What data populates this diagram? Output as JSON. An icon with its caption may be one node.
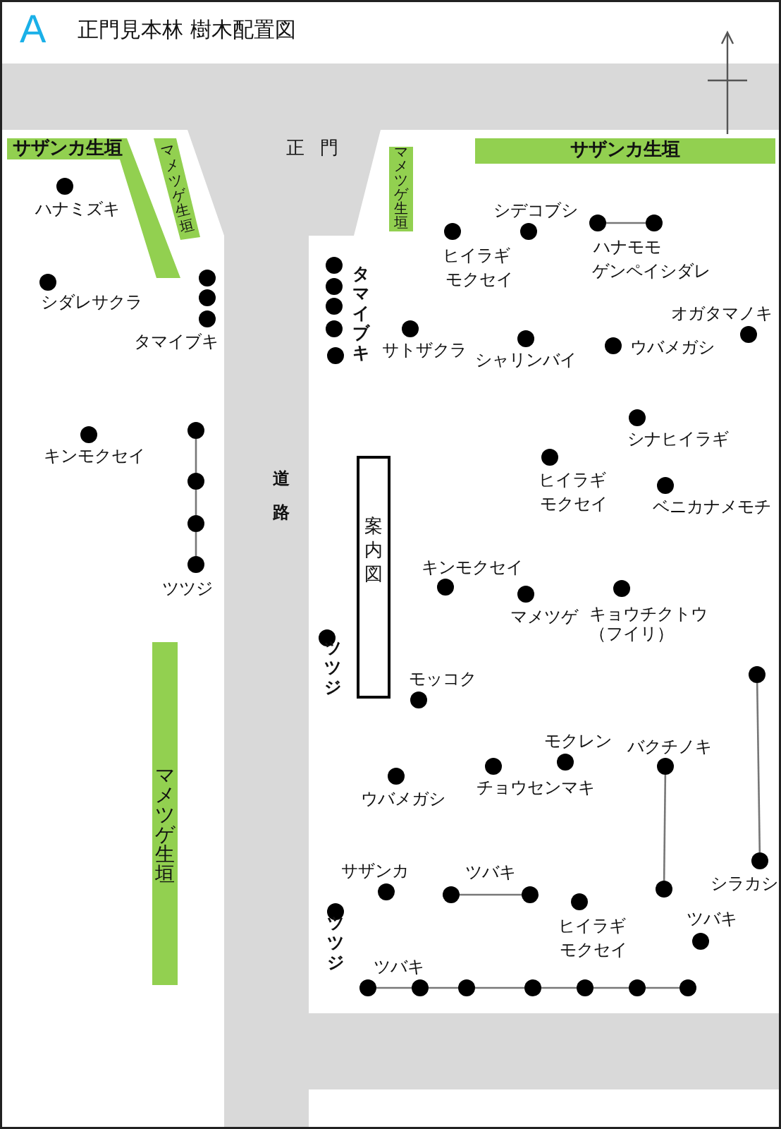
{
  "diagram": {
    "title": "正門見本林 樹木配置図",
    "nodes": [
      {
        "text": [
          "サザンカ生垣"
        ]
      },
      {
        "text": [
          "マメツゲ生垣"
        ]
      },
      {
        "text": [
          "マメツゲ生垣"
        ]
      },
      {
        "text": [
          "サザンカ生垣"
        ]
      },
      {
        "text": [],
        "shape": "circle",
        "beside": [
          "ハナミズキ"
        ]
      },
      {
        "text": [],
        "shape": "circle",
        "beside": [
          "ヒイラギ",
          "モクセイ"
        ]
      },
      {
        "text": [],
        "shape": "circle",
        "beside": [
          "シデコブシ"
        ]
      },
      {
        "text": [],
        "shape": "circle",
        "beside": [
          "ハナモモ",
          "ゲンペイシダレ"
        ]
      },
      {
        "text": [],
        "shape": "circle"
      },
      {
        "text": [],
        "shape": "circle"
      },
      {
        "text": [],
        "shape": "circle"
      },
      {
        "text": [],
        "shape": "circle",
        "beside": [
          "タマイブキ"
        ]
      },
      {
        "text": [],
        "shape": "circle"
      },
      {
        "text": [],
        "shape": "circle"
      },
      {
        "text": [],
        "shape": "circle"
      },
      {
        "text": [],
        "shape": "circle"
      },
      {
        "text": [],
        "shape": "circle",
        "beside": [
          "タマイブキ"
        ]
      },
      {
        "text": [],
        "shape": "circle",
        "beside": [
          "シダレサクラ"
        ]
      },
      {
        "text": [],
        "shape": "circle",
        "beside": [
          "サトザクラ"
        ]
      },
      {
        "text": [],
        "shape": "circle",
        "beside": [
          "シャリンバイ"
        ]
      },
      {
        "text": [],
        "shape": "circle",
        "beside": [
          "ウバメガシ"
        ]
      },
      {
        "text": [],
        "shape": "circle",
        "beside": [
          "オガタマノキ"
        ]
      },
      {
        "text": [],
        "shape": "circle",
        "beside": [
          "シナヒイラギ"
        ]
      },
      {
        "text": [],
        "shape": "circle"
      },
      {
        "text": [],
        "shape": "circle"
      },
      {
        "text": [],
        "shape": "circle"
      },
      {
        "text": [],
        "shape": "circle",
        "beside": [
          "ツツジ"
        ]
      },
      {
        "text": [],
        "shape": "circle",
        "beside": [
          "キンモクセイ"
        ]
      },
      {
        "text": [],
        "shape": "circle",
        "beside": [
          "ヒイラギ",
          "モクセイ"
        ]
      },
      {
        "text": [],
        "shape": "circle",
        "beside": [
          "ベニカナメモチ"
        ]
      },
      {
        "text": [
          "案内図"
        ]
      },
      {
        "text": [],
        "shape": "circle",
        "beside": [
          "キンモクセイ"
        ]
      },
      {
        "text": [],
        "shape": "circle",
        "beside": [
          "マメツゲ"
        ]
      },
      {
        "text": [],
        "shape": "circle",
        "beside": [
          "キョウチクトウ（フイリ）"
        ]
      },
      {
        "text": [],
        "shape": "circle",
        "beside": [
          "ツツジ"
        ]
      },
      {
        "text": [
          "マメツゲ生垣"
        ]
      },
      {
        "text": [],
        "shape": "circle"
      },
      {
        "text": [],
        "shape": "circle",
        "beside": [
          "モッコク"
        ]
      },
      {
        "text": [],
        "shape": "circle",
        "beside": [
          "モクレン"
        ]
      },
      {
        "text": [],
        "shape": "circle",
        "beside": [
          "バクチノキ"
        ]
      },
      {
        "text": [],
        "shape": "circle",
        "beside": [
          "チョウセンマキ"
        ]
      },
      {
        "text": [],
        "shape": "circle",
        "beside": [
          "ウバメガシ"
        ]
      },
      {
        "text": [],
        "shape": "circle",
        "beside": [
          "シラカシ"
        ]
      },
      {
        "text": [],
        "shape": "circle",
        "beside": [
          "サザンカ"
        ]
      },
      {
        "text": [],
        "shape": "circle"
      },
      {
        "text": [],
        "shape": "circle",
        "beside": [
          "ツバキ"
        ]
      },
      {
        "text": [],
        "shape": "circle"
      },
      {
        "text": [],
        "shape": "circle",
        "beside": [
          "ヒイラギ",
          "モクセイ"
        ]
      },
      {
        "text": [],
        "shape": "circle",
        "beside": [
          "ツツジ"
        ]
      },
      {
        "text": [],
        "shape": "circle",
        "beside": [
          "ツバキ"
        ]
      },
      {
        "text": [],
        "shape": "circle"
      },
      {
        "text": [],
        "shape": "circle",
        "beside": [
          "ツバキ"
        ]
      },
      {
        "text": [],
        "shape": "circle"
      },
      {
        "text": [],
        "shape": "circle"
      },
      {
        "text": [],
        "shape": "circle"
      },
      {
        "text": [],
        "shape": "circle"
      },
      {
        "text": [],
        "shape": "circle"
      }
    ],
    "edges": [
      {
        "from": 7,
        "to": 8,
        "arrow": "none"
      },
      {
        "from": 23,
        "to": 24,
        "arrow": "none"
      },
      {
        "from": 24,
        "to": 25,
        "arrow": "none"
      },
      {
        "from": 25,
        "to": 26,
        "arrow": "none"
      },
      {
        "from": 36,
        "to": 42,
        "arrow": "none"
      },
      {
        "from": 39,
        "to": 44,
        "arrow": "none"
      },
      {
        "from": 45,
        "to": 46,
        "arrow": "none"
      },
      {
        "from": 50,
        "to": 51,
        "arrow": "none"
      },
      {
        "from": 51,
        "to": 52,
        "arrow": "none"
      },
      {
        "from": 52,
        "to": 53,
        "arrow": "none"
      },
      {
        "from": 53,
        "to": 54,
        "arrow": "none"
      },
      {
        "from": 54,
        "to": 55,
        "arrow": "none"
      },
      {
        "from": 55,
        "to": 56,
        "arrow": "none"
      }
    ],
    "labels": [
      "A",
      "正門",
      "道路"
    ]
  }
}
